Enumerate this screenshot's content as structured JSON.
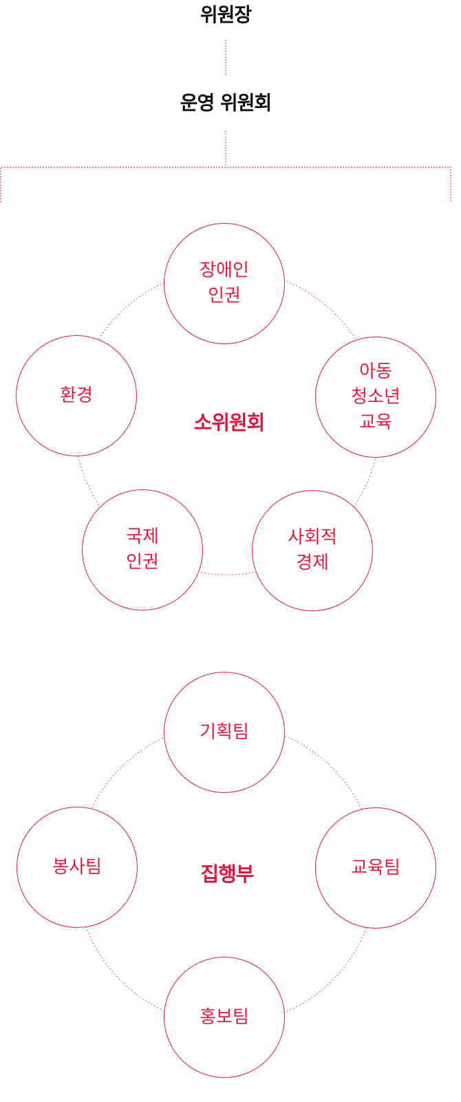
{
  "colors": {
    "accent": "#e8193c",
    "text": "#111111"
  },
  "chair": "위원장",
  "steering": "운영 위원회",
  "subcommittees": {
    "label": "소위원회",
    "items": [
      {
        "label": "장애인\n인권"
      },
      {
        "label": "아동\n청소년\n교육"
      },
      {
        "label": "사회적\n경제"
      },
      {
        "label": "국제\n인권"
      },
      {
        "label": "환경"
      }
    ]
  },
  "executive": {
    "label": "집행부",
    "items": [
      {
        "label": "기획팀"
      },
      {
        "label": "교육팀"
      },
      {
        "label": "홍보팀"
      },
      {
        "label": "봉사팀"
      }
    ]
  }
}
